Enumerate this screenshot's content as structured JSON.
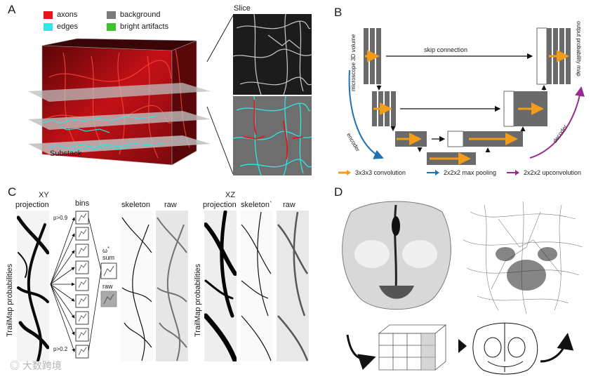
{
  "panelA": {
    "letter": "A",
    "legend": [
      {
        "label": "axons",
        "color": "#e8141b"
      },
      {
        "label": "edges",
        "color": "#2fe5e5"
      },
      {
        "label": "background",
        "color": "#7a7a7a"
      },
      {
        "label": "bright artifacts",
        "color": "#3ec22c"
      }
    ],
    "slice_label": "Slice",
    "substack_label": "Substack"
  },
  "panelB": {
    "letter": "B",
    "input_label": "microscope 3D volume",
    "output_label": "output probability map",
    "skip_label": "skip connection",
    "encoder_label": "encoder",
    "decoder_label": "decoder",
    "legend": [
      {
        "label": "3x3x3 convolution",
        "color": "#f39c1a"
      },
      {
        "label": "2x2x2 max pooling",
        "color": "#1f72b4"
      },
      {
        "label": "2x2x2 upconvolution",
        "color": "#9b2a8e"
      }
    ]
  },
  "panelC": {
    "letter": "C",
    "xy_label": "XY",
    "projection_label": "projection",
    "bins_label": "bins",
    "p_high": "p>0.9",
    "p_low": "p>0.2",
    "omega_label": "ω",
    "sum_label": "sum",
    "raw_small_label": "raw",
    "skeleton_label": "skeleton",
    "raw_label": "raw",
    "xz_label": "XZ",
    "projection2_label": "projection",
    "skeleton2_label": "skeleton`",
    "raw2_label": "raw",
    "side_label": "TrailMap probabilities",
    "side_label2": "TrailMap probabilities"
  },
  "panelD": {
    "letter": "D"
  },
  "watermark": "大数跨境"
}
